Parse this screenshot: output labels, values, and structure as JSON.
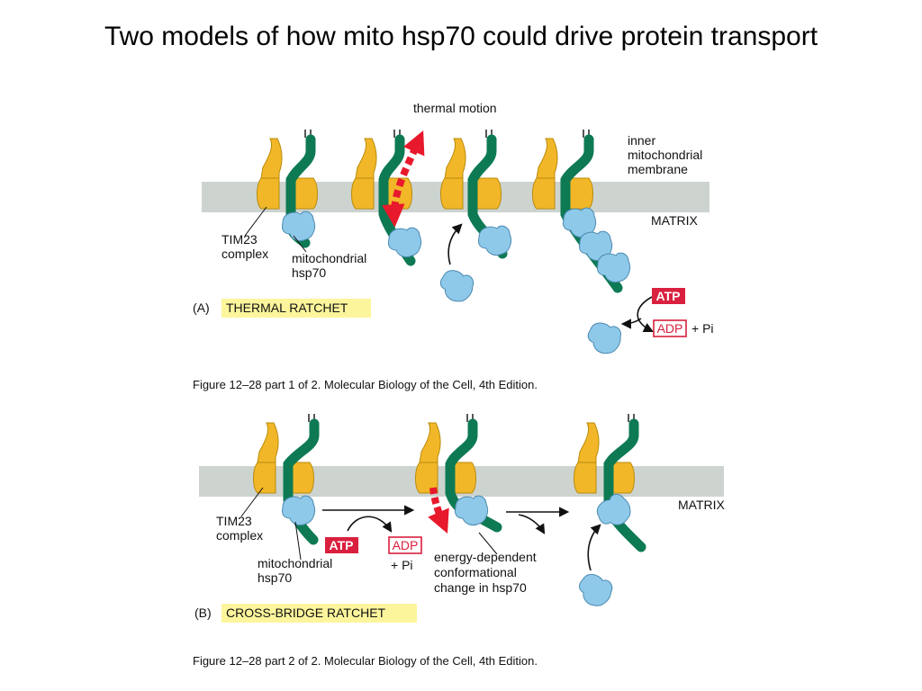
{
  "slide": {
    "title": "Two models of how mito hsp70 could drive protein transport"
  },
  "panel_a": {
    "letter": "(A)",
    "model_label": "THERMAL RATCHET",
    "thermal_motion_label": "thermal motion",
    "membrane_label_lines": [
      "inner",
      "mitochondrial",
      "membrane"
    ],
    "matrix_label": "MATRIX",
    "tim23_label_lines": [
      "TIM23",
      "complex"
    ],
    "hsp70_label_lines": [
      "mitochondrial",
      "hsp70"
    ],
    "atp_label": "ATP",
    "adp_label": "ADP",
    "pi_label": "+ Pi",
    "caption": "Figure 12–28 part 1 of 2. Molecular Biology of the Cell, 4th Edition."
  },
  "panel_b": {
    "letter": "(B)",
    "model_label": "CROSS-BRIDGE RATCHET",
    "matrix_label": "MATRIX",
    "tim23_label_lines": [
      "TIM23",
      "complex"
    ],
    "hsp70_label_lines": [
      "mitochondrial",
      "hsp70"
    ],
    "atp_label": "ATP",
    "adp_label": "ADP",
    "pi_label": "+ Pi",
    "conformational_label_lines": [
      "energy-dependent",
      "conformational",
      "change in hsp70"
    ],
    "caption": "Figure 12–28 part 2 of 2. Molecular Biology of the Cell, 4th Edition."
  },
  "colors": {
    "membrane": "#cdd3cf",
    "tim23": "#f2b728",
    "chain": "#0d7a53",
    "hsp70": "#8ec9ea",
    "atp_fill": "#d9203e",
    "adp_border": "#d9203e",
    "highlight": "#fdf59c",
    "thermal_arrow": "#e8192c"
  }
}
